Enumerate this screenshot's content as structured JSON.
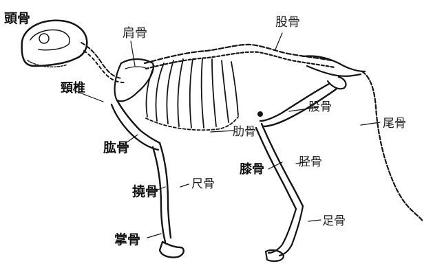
{
  "labels": {
    "skull": "頭骨",
    "scapula": "肩骨",
    "spine": "股骨",
    "femur": "股骨",
    "tail": "尾骨",
    "neck": "頸椎",
    "humerus": "肱骨",
    "rib": "肋骨",
    "tibia": "胫骨",
    "knee": "膝骨",
    "radius": "撓骨",
    "ulna": "尺骨",
    "forefoot": "掌骨",
    "hindfoot": "足骨"
  },
  "colors": {
    "ink": "#141414",
    "paper": "#ffffff"
  }
}
